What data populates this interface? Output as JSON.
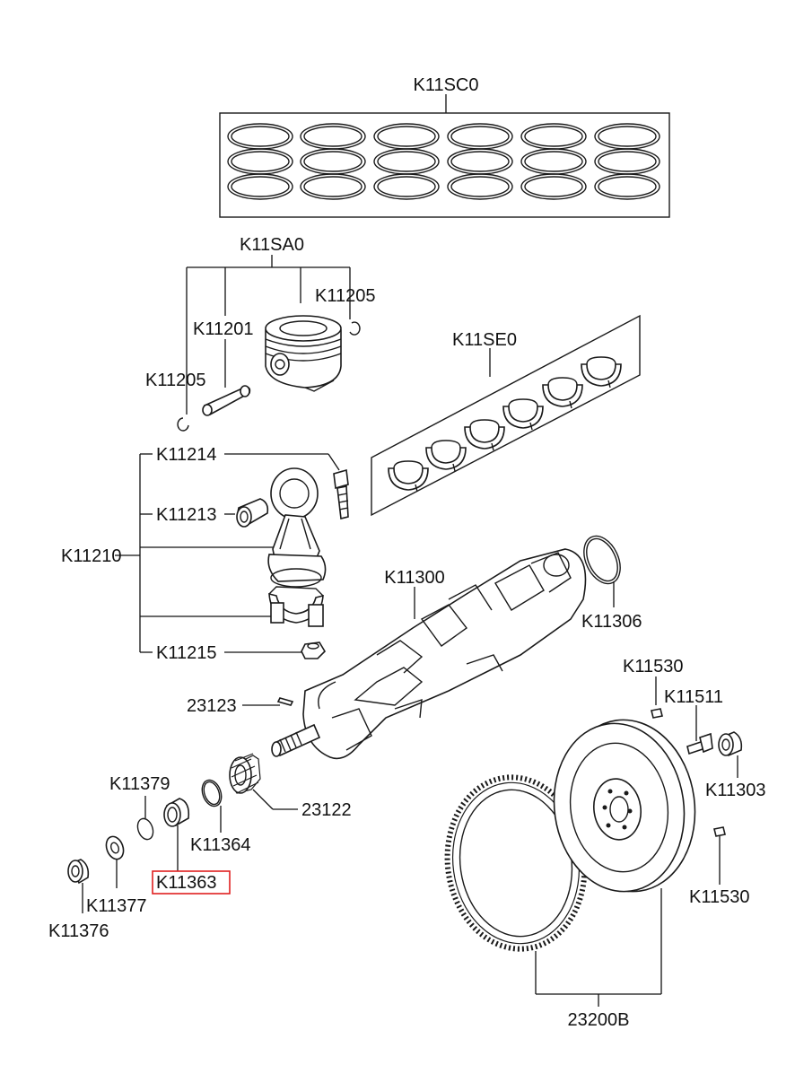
{
  "labels": {
    "piston_ring_set": "K11SC0",
    "piston_assy": "K11SA0",
    "snap_ring_right": "K11205",
    "piston_pin": "K11201",
    "snap_ring_left": "K11205",
    "main_bearing_set": "K11SE0",
    "conrod_bolt": "K11214",
    "conrod_bushing": "K11213",
    "conrod_assy": "K11210",
    "conrod_nut": "K11215",
    "crankshaft": "K11300",
    "crank_rear_seal": "K11306",
    "woodruff_key": "23123",
    "crank_sprocket": "23122",
    "oring_front": "K11379",
    "spacer_ring": "K11364",
    "washer": "K11377",
    "front_seal": "K11363",
    "pulley_nut": "K11376",
    "dowel_pin_top": "K11530",
    "flywheel_bolt": "K11511",
    "pilot_bearing": "K11303",
    "dowel_pin_bottom": "K11530",
    "flywheel_assy": "23200B"
  },
  "highlight": {
    "part": "K11363",
    "color": "#e02020"
  }
}
